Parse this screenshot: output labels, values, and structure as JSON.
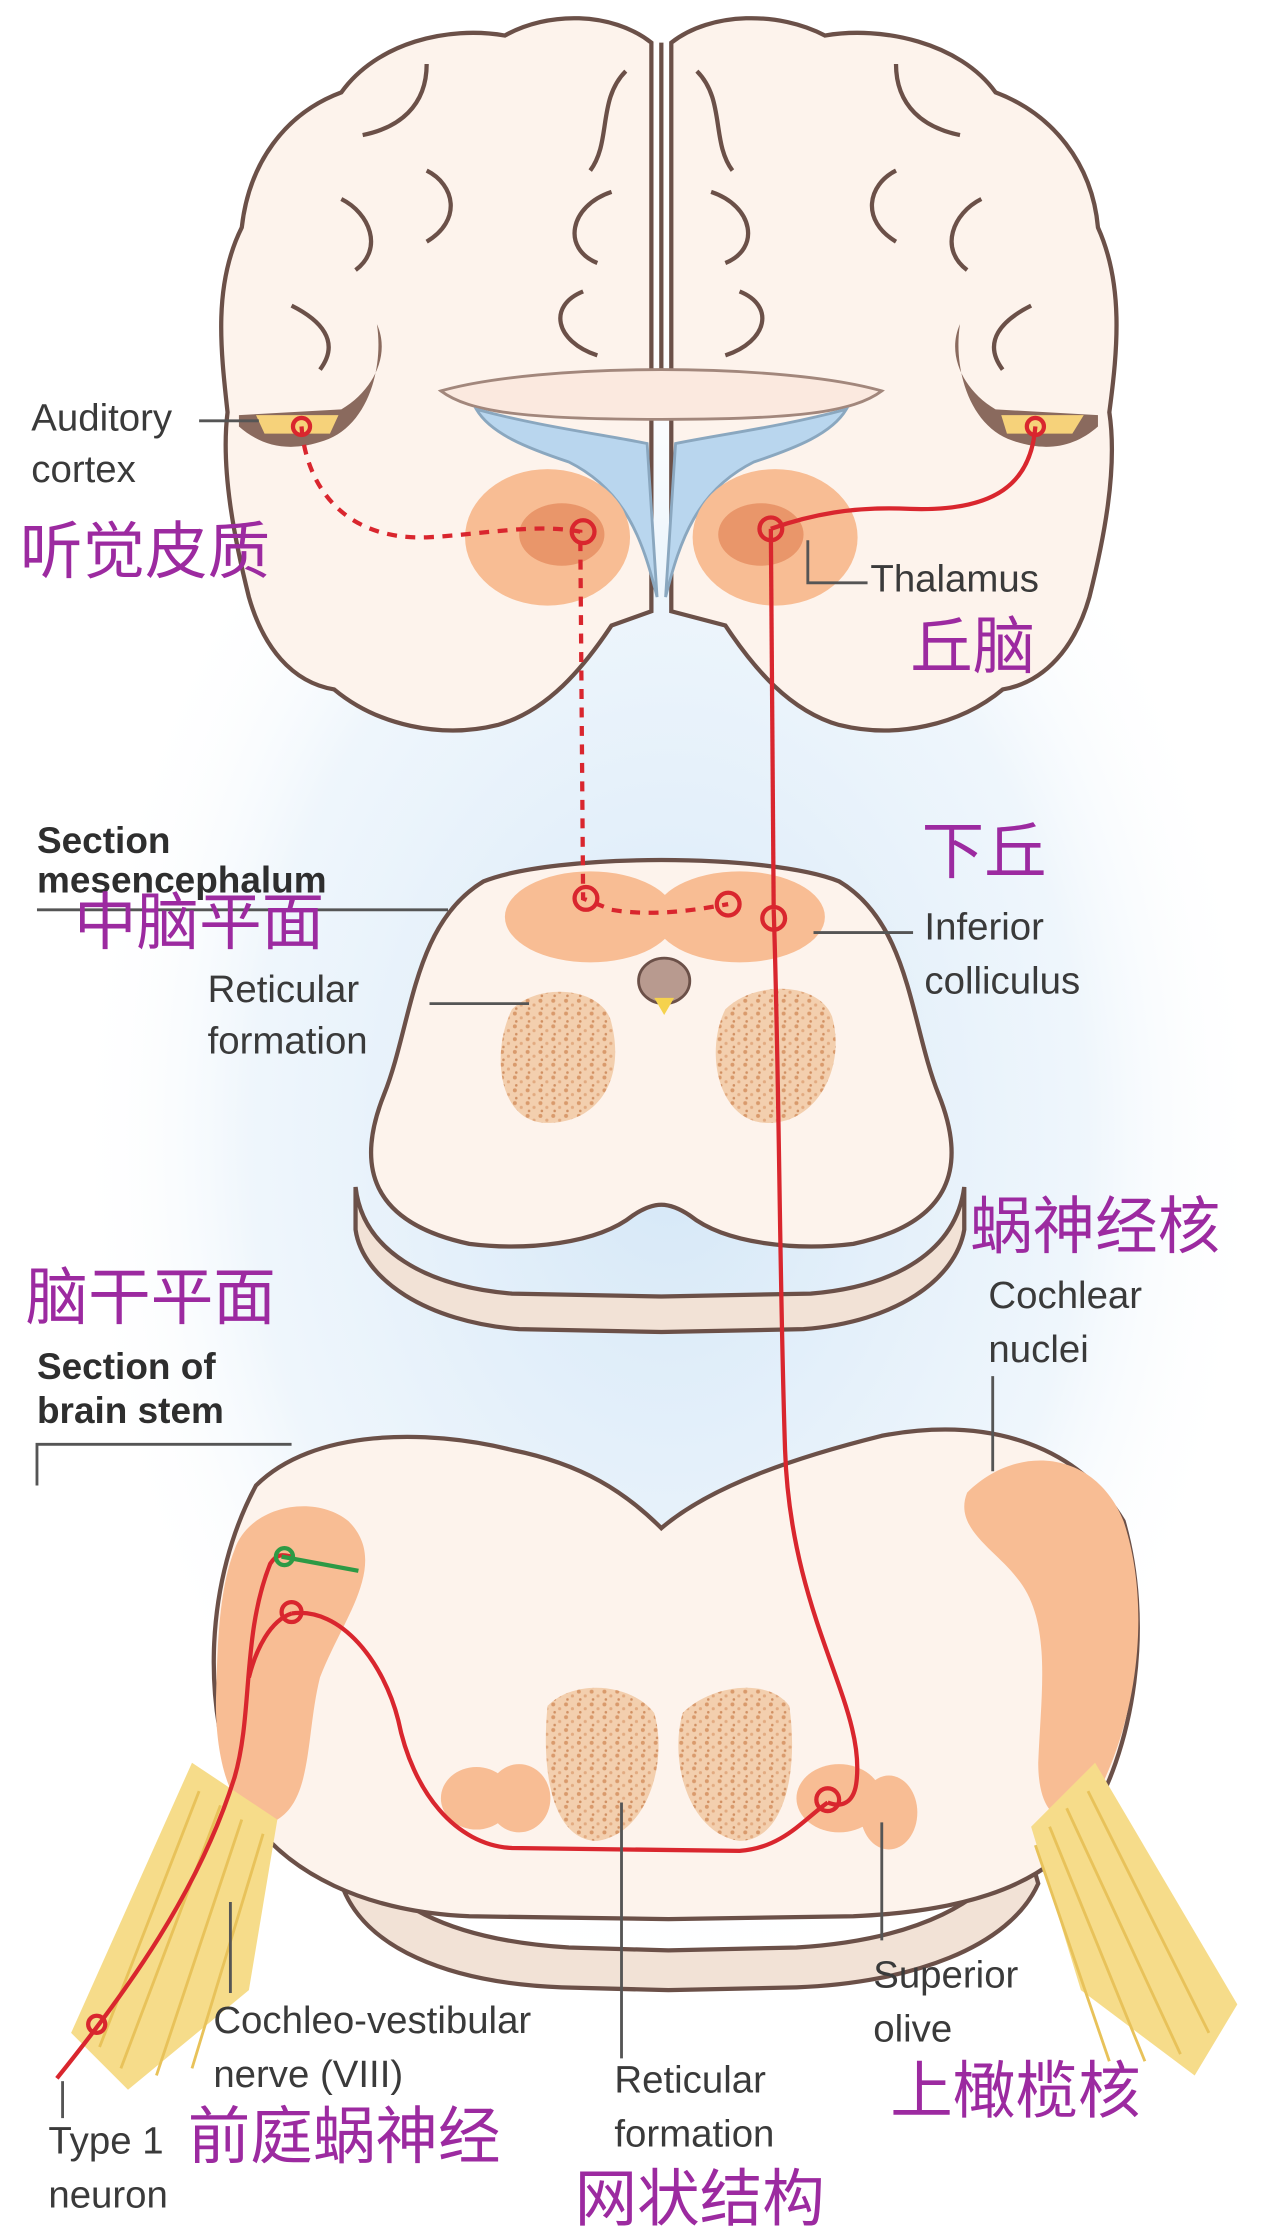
{
  "colors": {
    "tissue": "#fdf3ec",
    "nucleus": "#f8bd94",
    "pathway": "#d9262e",
    "annotation": "#9c2aa0",
    "glow": "#cfe4f6",
    "outline": "#6b5048"
  },
  "cortex": {
    "line1": "Auditory",
    "line2": "cortex",
    "zh": "听觉皮质"
  },
  "thalamus": {
    "label": "Thalamus",
    "zh": "丘脑"
  },
  "midbrain": {
    "heading_line1": "Section",
    "heading_line2": "mesencephalum",
    "zh": "中脑平面",
    "reticular_line1": "Reticular",
    "reticular_line2": "formation"
  },
  "colliculus": {
    "zh": "下丘",
    "line1": "Inferior",
    "line2": "colliculus"
  },
  "cochlear_nuclei": {
    "zh": "蜗神经核",
    "line1": "Cochlear",
    "line2": "nuclei"
  },
  "brainstem": {
    "zh": "脑干平面",
    "heading_line1": "Section of",
    "heading_line2": "brain stem"
  },
  "nerve": {
    "line1": "Cochleo-vestibular",
    "line2": "nerve (VIII)",
    "zh": "前庭蜗神经"
  },
  "neuron": {
    "line1": "Type 1",
    "line2": "neuron"
  },
  "bottom_reticular": {
    "line1": "Reticular",
    "line2": "formation",
    "zh": "网状结构"
  },
  "superior_olive": {
    "line1": "Superior",
    "line2": "olive",
    "zh": "上橄榄核"
  }
}
